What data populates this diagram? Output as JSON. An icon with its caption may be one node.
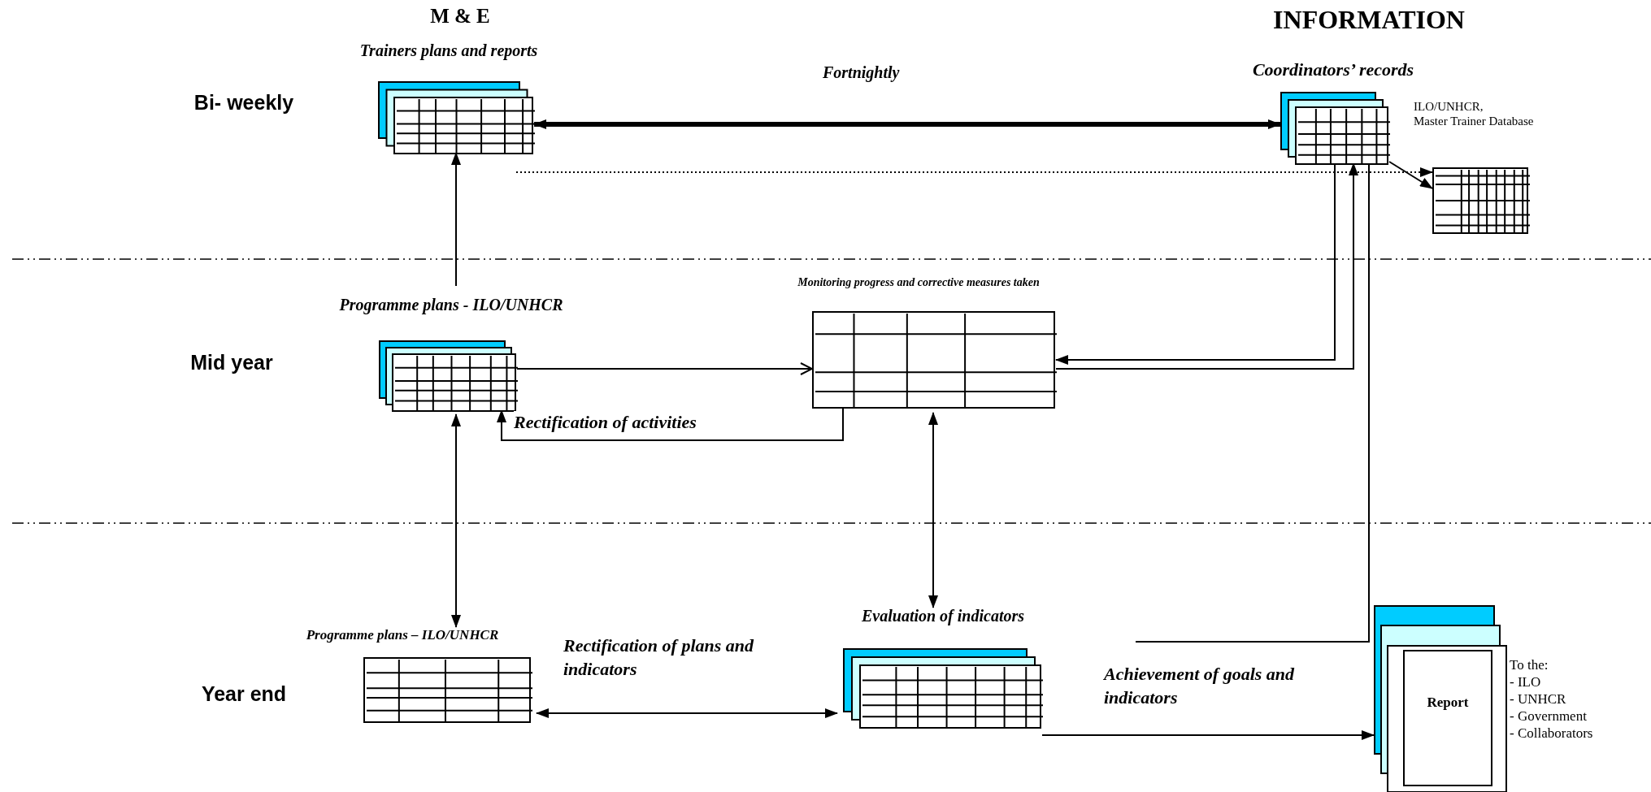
{
  "diagram": {
    "nodes": [
      {
        "text": [
          "Trainers plans and reports"
        ]
      },
      {
        "text": [
          "Coordinators’ records"
        ],
        "beside": [
          "ILO/UNHCR,",
          "Master Trainer Database"
        ]
      },
      {
        "text": [],
        "shape": "box"
      },
      {
        "text": [
          "Programme plans - ILO/UNHCR"
        ]
      },
      {
        "text": [
          "Monitoring progress and corrective measures taken"
        ]
      },
      {
        "text": [
          "Programme plans – ILO/UNHCR"
        ]
      },
      {
        "text": [
          "Evaluation of indicators"
        ]
      },
      {
        "text": [
          "Report"
        ],
        "beside": [
          "To the:",
          "- ILO",
          "- UNHCR",
          "- Government",
          "- Collaborators"
        ]
      }
    ],
    "edges": [
      {
        "from": 0,
        "to": 1,
        "arrow": "both",
        "label": "Fortnightly",
        "style": "thick"
      },
      {
        "from": 0,
        "to": 2,
        "arrow": "to",
        "style": "dashed"
      },
      {
        "from": 1,
        "to": 2,
        "arrow": "to"
      },
      {
        "from": 3,
        "to": 0,
        "arrow": "to"
      },
      {
        "from": 3,
        "to": 4,
        "arrow": "to"
      },
      {
        "from": 4,
        "to": 3,
        "arrow": "to",
        "label": "Rectification of activities"
      },
      {
        "from": 1,
        "to": 4,
        "arrow": "to"
      },
      {
        "from": 4,
        "to": 1,
        "arrow": "to"
      },
      {
        "from": 1,
        "to": 6,
        "arrow": "none"
      },
      {
        "from": 3,
        "to": 5,
        "arrow": "both"
      },
      {
        "from": 4,
        "to": 6,
        "arrow": "both"
      },
      {
        "from": 5,
        "to": 6,
        "arrow": "both",
        "label": "Rectification of plans and indicators"
      },
      {
        "from": 6,
        "to": 7,
        "arrow": "to",
        "label": "Achievement of goals and indicators"
      }
    ],
    "labels": [
      "M & E",
      "INFORMATION",
      "Bi- weekly",
      "Mid year",
      "Year end"
    ]
  }
}
